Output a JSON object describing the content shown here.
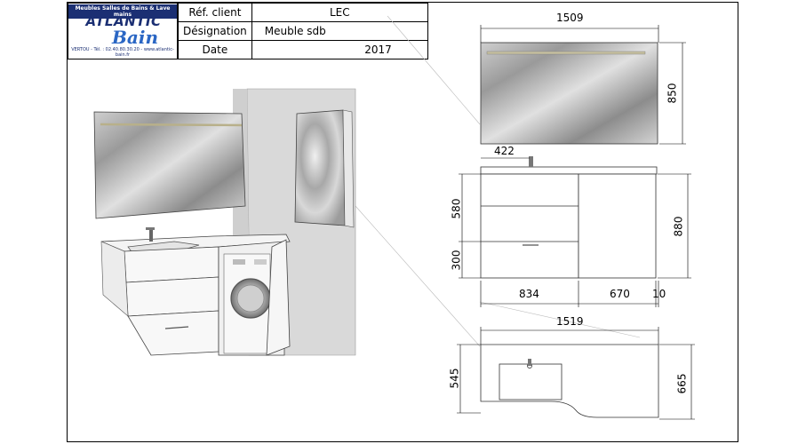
{
  "title_block": {
    "logo": {
      "tagline": "Meubles Salles de Bains & Lave mains",
      "brand_line1": "ATLANTIC",
      "brand_line2": "Bain",
      "contact": "VERTOU - Tél. : 02.40.80.30.20 - www.atlantic-bain.fr"
    },
    "rows": [
      {
        "label": "Réf. client",
        "value": "LEC"
      },
      {
        "label": "Désignation",
        "value": "Meuble sdb"
      },
      {
        "label": "Date",
        "value": "2017"
      }
    ]
  },
  "dimensions": {
    "mirror_width": "1509",
    "mirror_height": "850",
    "tap_offset": "422",
    "drawer_top_height": "580",
    "drawer_bottom_height": "300",
    "cabinet_height": "880",
    "vanity_width": "834",
    "column_width": "670",
    "gap": "10",
    "top_width": "1519",
    "depth_left": "545",
    "depth_right": "665"
  }
}
